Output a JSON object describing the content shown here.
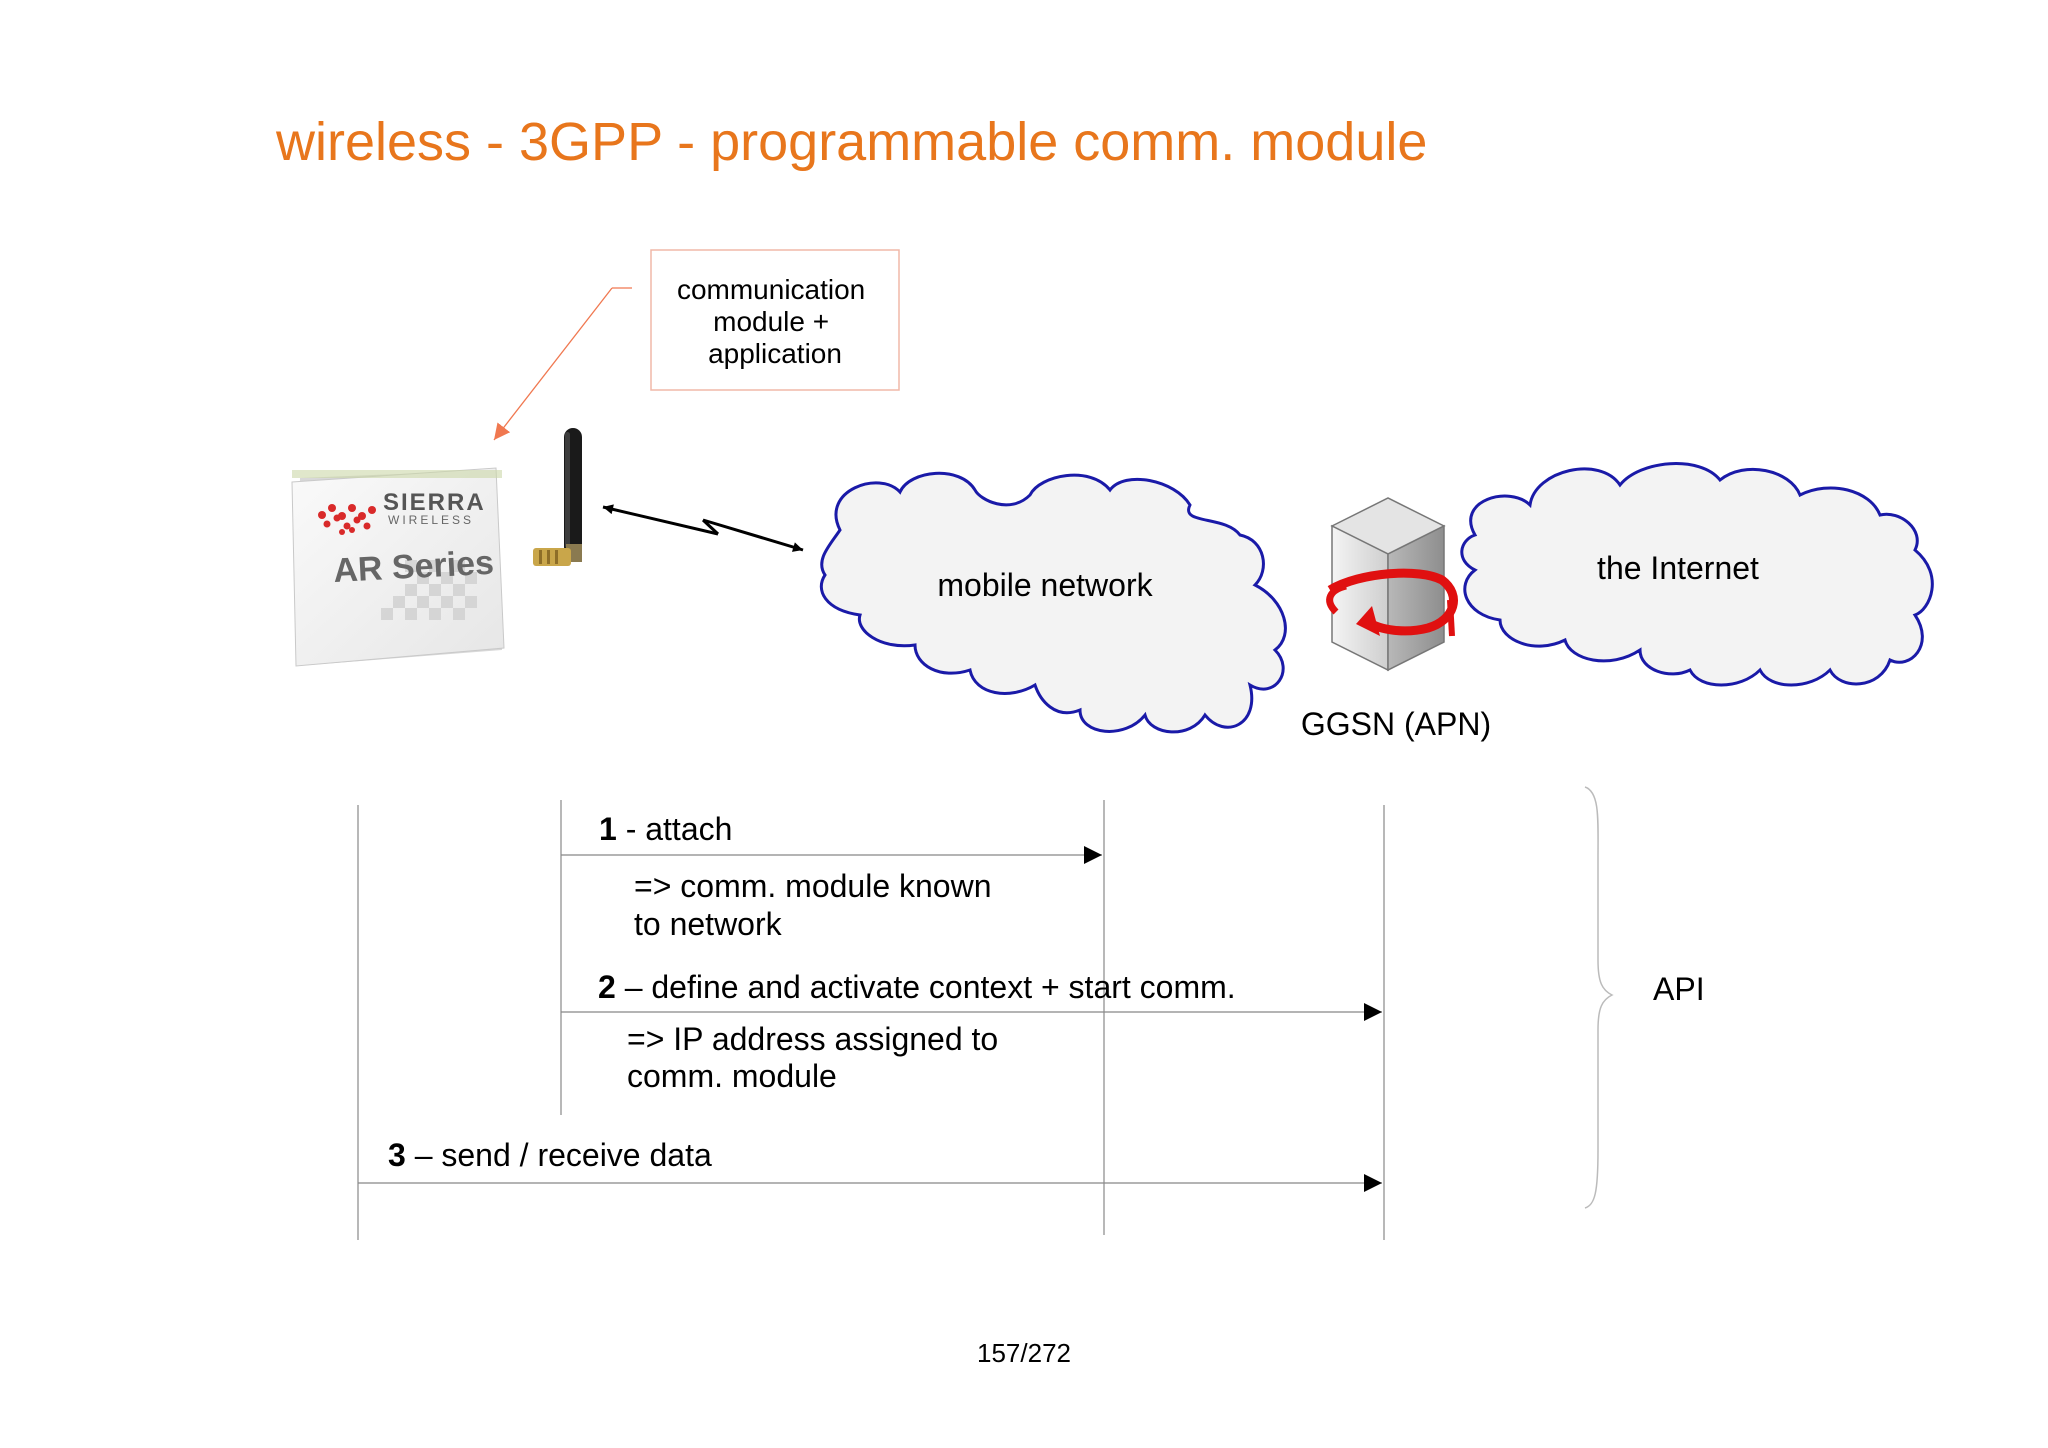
{
  "slide": {
    "title": "wireless - 3GPP - programmable comm. module",
    "page_number": "157/272",
    "accent_color": "#e8761c"
  },
  "callout": {
    "lines": [
      "communication",
      "module +",
      "application"
    ],
    "border_color": "#f0b8a8",
    "arrow_color": "#f07850"
  },
  "device": {
    "brand_line1": "SIERRA",
    "brand_line2": "WIRELESS",
    "model": "AR Series"
  },
  "clouds": {
    "mobile_network": "mobile network",
    "internet": "the Internet",
    "outline_color": "#1a1aa8"
  },
  "gateway": {
    "label": "GGSN (APN)"
  },
  "sequence": {
    "steps": [
      {
        "number": "1",
        "text": " - attach",
        "result_lines": [
          "=> comm. module known",
          "to network"
        ]
      },
      {
        "number": "2",
        "text": " – define and activate context + start comm.",
        "result_lines": [
          "=> IP address assigned to",
          "comm. module"
        ]
      },
      {
        "number": "3",
        "text": " – send / receive data",
        "result_lines": []
      }
    ],
    "brace_label": "API"
  }
}
